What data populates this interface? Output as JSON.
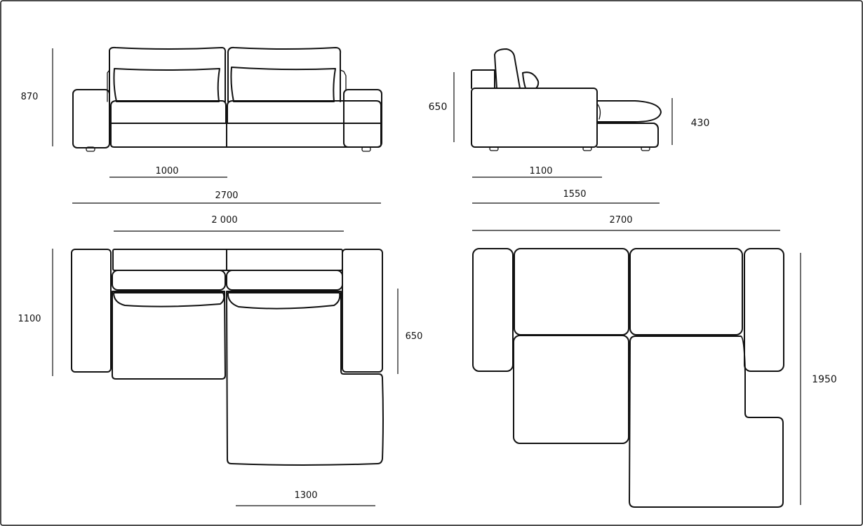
{
  "dimensions": {
    "front_seat_width": "1000",
    "front_total_width": "2700",
    "front_height": "870",
    "side_seat_depth": "1100",
    "side_total_depth": "1550",
    "side_back_height": "650",
    "side_seat_height": "430",
    "top_back_width": "2 000",
    "top_depth": "1100",
    "top_arm_depth": "650",
    "top_chaise_width": "1300",
    "corner_width": "2700",
    "corner_length": "1950"
  },
  "colors": {
    "line": "#111111",
    "background": "#ffffff"
  }
}
